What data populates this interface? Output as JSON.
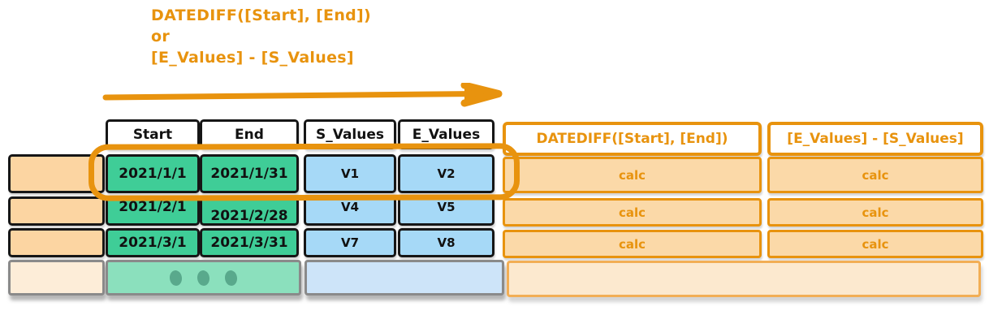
{
  "annotation": {
    "line1": "DATEDIFF([Start], [End])",
    "line2": "or",
    "line3": "[E_Values] - [S_Values]"
  },
  "icons": {
    "flow_arrow": "arrow-right-icon",
    "ellipsis": "three-dots-icon"
  },
  "colors": {
    "accent_orange": "#E8930E",
    "date_green": "#3FCD97",
    "date_green_faded": "#8BE0BD",
    "dots_green": "#59A98C",
    "value_blue": "#A6D9F7",
    "value_blue_faded": "#CDE4F9",
    "row_label_peach": "#FCD5A2",
    "row_label_peach_faded": "#FDEDD8",
    "calc_bg": "#FBD9A8",
    "calc_bg_faded": "#FCE9CF",
    "black_border": "#161616",
    "faded_border_gray": "#8A8A8A",
    "faded_border_orange": "#F2AE55"
  },
  "table": {
    "headers": {
      "start": "Start",
      "end": "End",
      "s_values": "S_Values",
      "e_values": "E_Values",
      "calc1": "DATEDIFF([Start], [End])",
      "calc2": "[E_Values] - [S_Values]"
    },
    "rows": [
      {
        "start": "2021/1/1",
        "end": "2021/1/31",
        "s": "V1",
        "e": "V2",
        "calc1": "calc",
        "calc2": "calc",
        "highlighted": true
      },
      {
        "start": "2021/2/1",
        "end": "2021/2/28",
        "s": "V4",
        "e": "V5",
        "calc1": "calc",
        "calc2": "calc",
        "highlighted": false
      },
      {
        "start": "2021/3/1",
        "end": "2021/3/31",
        "s": "V7",
        "e": "V8",
        "calc1": "calc",
        "calc2": "calc",
        "highlighted": false
      }
    ]
  }
}
